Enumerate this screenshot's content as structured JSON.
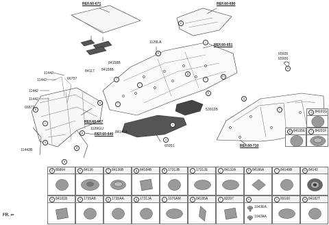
{
  "refs": {
    "r671": "REF.60-671",
    "r690": "REF.60-690",
    "r651": "REF.60-651",
    "r667": "REF.60-667",
    "r640": "REF.60-640",
    "r710": "REF.60-710"
  },
  "parts": {
    "p1129LA": "1129LA",
    "p84158B_1": "84158B",
    "p84158B_2": "84158B",
    "p84117": "84117",
    "p65935": "65935",
    "p65936": "65936",
    "p11442_a": "11442",
    "p11442_b": "11442",
    "p11442_c": "11442",
    "p11442_d": "11442",
    "p66757": "66757",
    "p66872": "66872",
    "p1129GU": "1129GU",
    "p11442B": "11442B",
    "p53912B": "53912B",
    "p84145A": "84145A",
    "p65951": "65951"
  },
  "callouts": {
    "a": "a",
    "b": "b",
    "c": "c",
    "d": "d",
    "e": "e",
    "f": "f",
    "g": "g",
    "h": "h",
    "i": "i",
    "j": "j",
    "k": "k",
    "l": "l",
    "m": "m",
    "n": "n",
    "o": "o",
    "p": "p",
    "q": "q",
    "r": "r",
    "s": "s",
    "t": "t",
    "u": "u",
    "v": "v",
    "w": "w"
  },
  "grid_cells": [
    {
      "letter": "a",
      "part": "84191G"
    },
    {
      "letter": "b",
      "part": "84135E"
    },
    {
      "letter": "c",
      "part": "84231F"
    },
    {
      "letter": "d",
      "part": "85864"
    },
    {
      "letter": "e",
      "part": "84136"
    },
    {
      "letter": "f",
      "part": "84136B"
    },
    {
      "letter": "g",
      "part": "84184B"
    },
    {
      "letter": "h",
      "part": "1731JB"
    },
    {
      "letter": "i",
      "part": "1731JE"
    },
    {
      "letter": "j",
      "part": "84132A"
    },
    {
      "letter": "k",
      "part": "84186A"
    },
    {
      "letter": "l",
      "part": "84149B"
    },
    {
      "letter": "m",
      "part": "84142"
    },
    {
      "letter": "n",
      "part": "84181B"
    },
    {
      "letter": "o",
      "part": "1735AB"
    },
    {
      "letter": "p",
      "part": "1735AA"
    },
    {
      "letter": "q",
      "part": "1731JA"
    },
    {
      "letter": "r",
      "part": "1076AM"
    },
    {
      "letter": "s",
      "part": "84185A"
    },
    {
      "letter": "t",
      "part": "83397"
    },
    {
      "letter": "u",
      "part": ""
    },
    {
      "letter": "v",
      "part": "89160"
    },
    {
      "letter": "w",
      "part": "84182T"
    }
  ],
  "u_cell_parts": [
    "1043EA",
    "1042AA"
  ],
  "fr_label": "FR.",
  "colors": {
    "line": "#333333",
    "part_fill": "#9a9a9a",
    "header_bg": "#f2f2f2"
  }
}
